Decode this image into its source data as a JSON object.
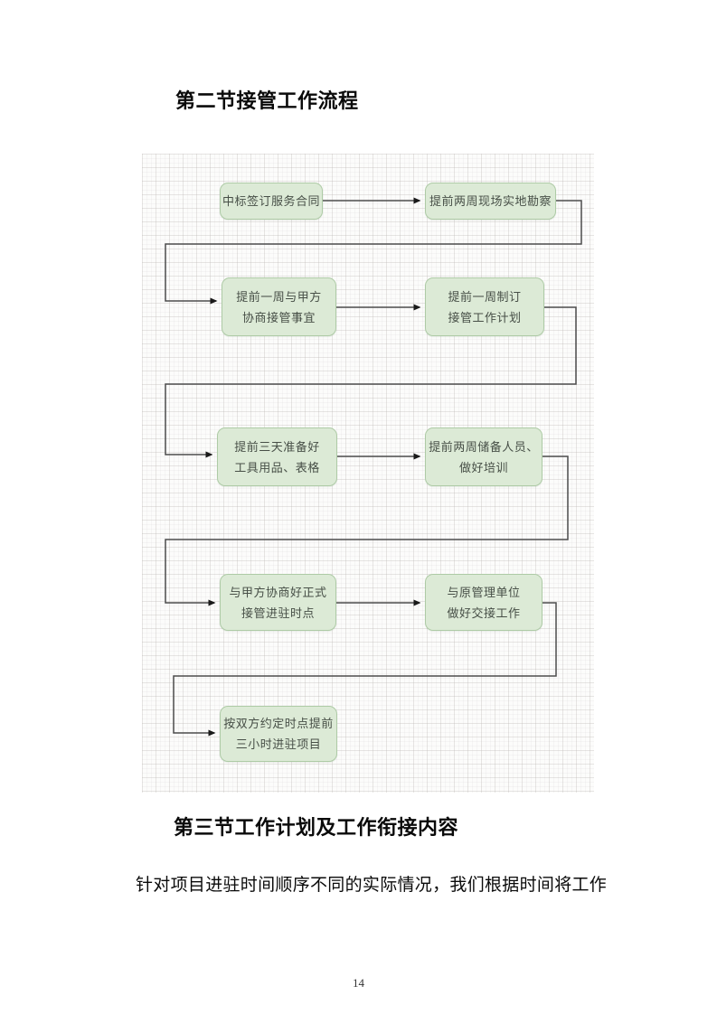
{
  "page": {
    "section2_title": "第二节接管工作流程",
    "section3_title": "第三节工作计划及工作衔接内容",
    "paragraph": "针对项目进驻时间顺序不同的实际情况，我们根据时间将工作",
    "page_number": "14"
  },
  "flowchart": {
    "colors": {
      "node_fill": "#dcead6",
      "node_border": "#aecba6",
      "node_text": "#474f47",
      "connector": "#4d4d4d",
      "arrowhead": "#1a1a1a"
    },
    "nodes": [
      {
        "id": "sign-contract",
        "label": "中标签订服务合同"
      },
      {
        "id": "site-survey",
        "label": "提前两周现场实地勘察"
      },
      {
        "id": "negotiate-takeover",
        "label": "提前一周与甲方\n协商接管事宜"
      },
      {
        "id": "takeover-plan",
        "label": "提前一周制订\n接管工作计划"
      },
      {
        "id": "prepare-tools",
        "label": "提前三天准备好\n工具用品、表格"
      },
      {
        "id": "reserve-staff",
        "label": "提前两周储备人员、\n做好培训"
      },
      {
        "id": "agree-entry-time",
        "label": "与甲方协商好正式\n接管进驻时点"
      },
      {
        "id": "handover-work",
        "label": "与原管理单位\n做好交接工作"
      },
      {
        "id": "enter-project",
        "label": "按双方约定时点提前\n三小时进驻项目"
      }
    ],
    "edges": [
      "sign-contract → site-survey",
      "site-survey → negotiate-takeover",
      "negotiate-takeover → takeover-plan",
      "takeover-plan → prepare-tools",
      "prepare-tools → reserve-staff",
      "reserve-staff → agree-entry-time",
      "agree-entry-time → handover-work",
      "handover-work → enter-project"
    ]
  }
}
